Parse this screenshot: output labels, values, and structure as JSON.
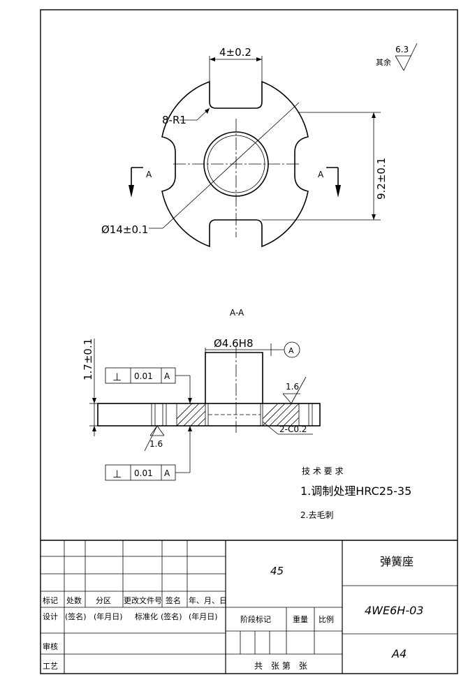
{
  "drawing": {
    "dim_width": "4±0.2",
    "dim_radius": "8-R1",
    "dim_height": "9.2±0.1",
    "dim_diameter": "Ø14±0.1",
    "section_mark": "A",
    "roughness_note_label": "其余",
    "roughness_default": "6.3",
    "section_title": "A-A",
    "dim_bore": "Ø4.6H8",
    "datum_label": "A",
    "dim_thickness": "1.7±0.1",
    "perp_symbol": "⊥",
    "perp_tolerance": "0.01",
    "perp_datum": "A",
    "roughness_bore": "1.6",
    "roughness_bottom": "1.6",
    "chamfer": "2-C0.2"
  },
  "notes": {
    "title": "技 术 要 求",
    "item1": "1.调制处理HRC25-35",
    "item2": "2.去毛刺"
  },
  "title_block": {
    "h_mark": "标记",
    "h_count": "处数",
    "h_zone": "分区",
    "h_doc": "更改文件号",
    "h_sign": "签名",
    "h_date": "年、月、日",
    "design": "设计",
    "sign_name": "(签名)",
    "date_ymd": "(年月日)",
    "standardize": "标准化",
    "sign_name2": "(签名)",
    "date_ymd2": "(年月日)",
    "review": "审核",
    "process": "工艺",
    "material": "45",
    "stage_mark": "阶段标记",
    "weight": "重量",
    "scale": "比例",
    "sheets": "共　张 第　张",
    "part_name": "弹簧座",
    "part_number": "4WE6H-03",
    "paper_size": "A4"
  }
}
